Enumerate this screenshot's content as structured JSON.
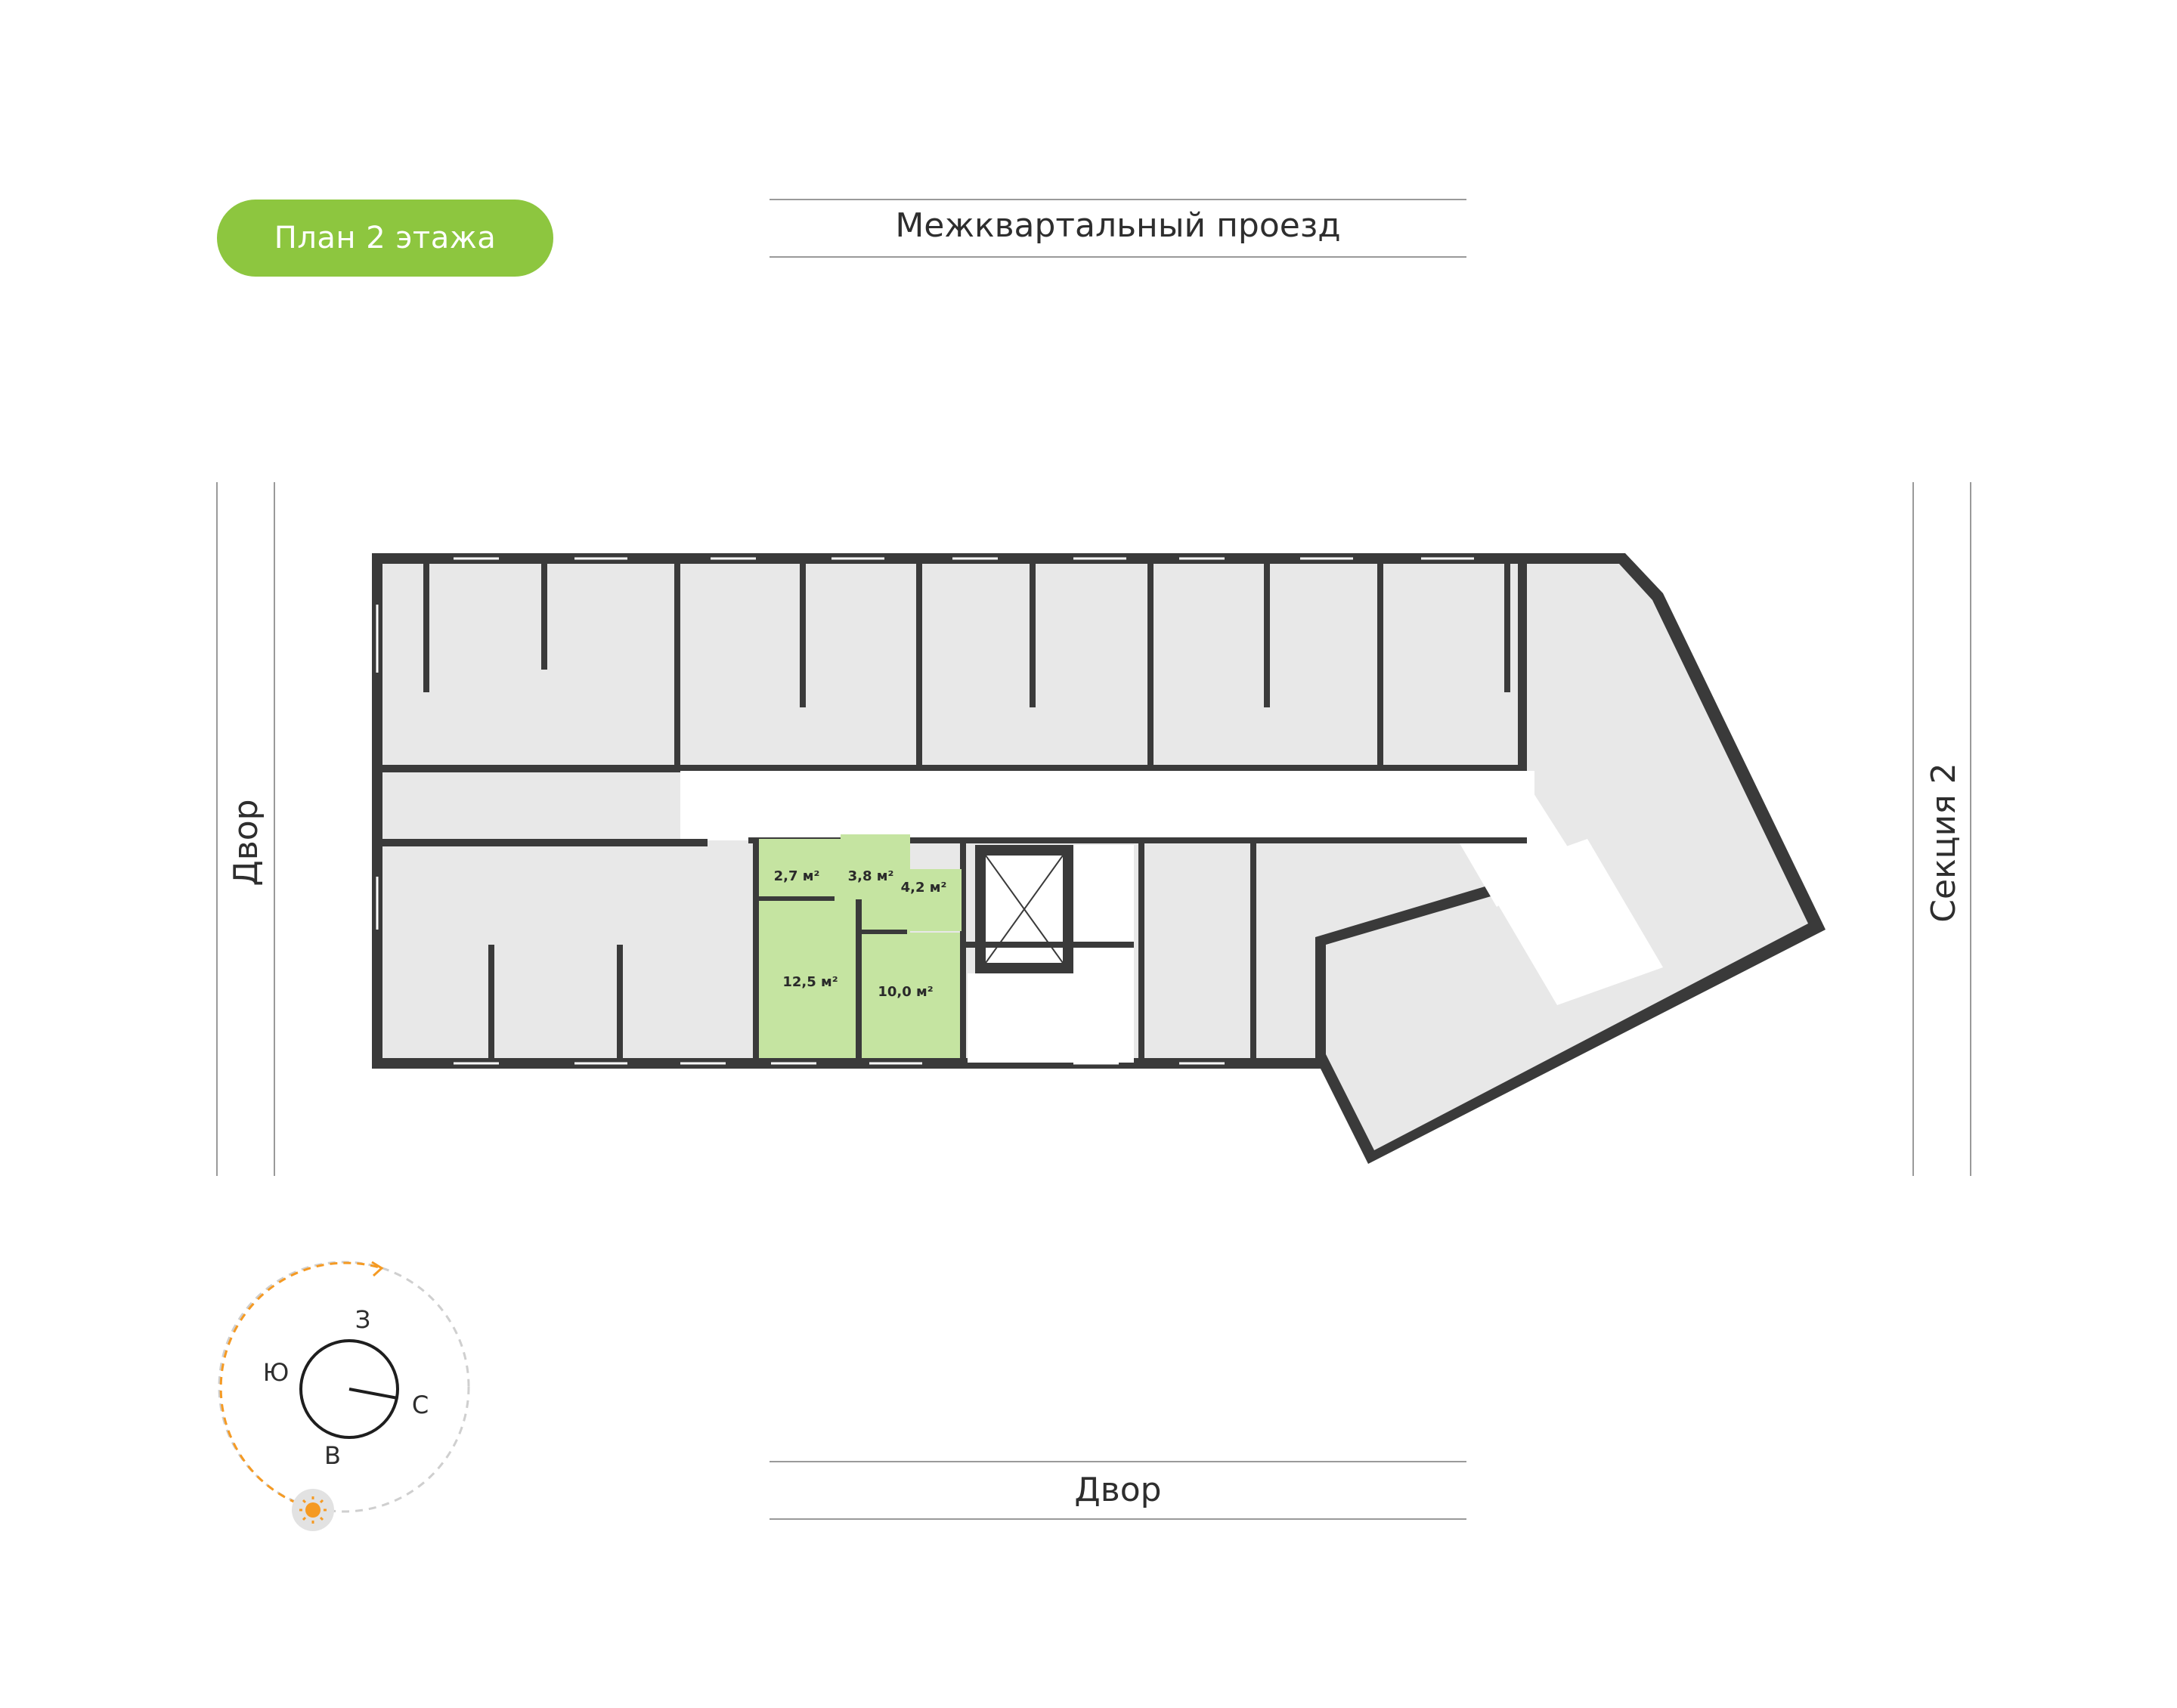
{
  "plan_title": "План 2 этажа",
  "streets": {
    "top": "Межквартальный проезд",
    "bottom": "Двор",
    "left": "Двор",
    "right": "Секция 2"
  },
  "apartment_areas": [
    {
      "room": "hallway",
      "value": "2,7 м²"
    },
    {
      "room": "hall",
      "value": "3,8 м²"
    },
    {
      "room": "bathroom",
      "value": "4,2 м²"
    },
    {
      "room": "bedroom",
      "value": "12,5 м²"
    },
    {
      "room": "kitchen",
      "value": "10,0 м²"
    }
  ],
  "compass": {
    "west": "З",
    "south": "Ю",
    "north": "С",
    "east": "В"
  },
  "colors": {
    "accent": "#8dc63f",
    "highlight_fill": "#c5e4a1",
    "room_fill": "#e8e8e8",
    "wall": "#3a3a3a",
    "sun": "#f59a23"
  },
  "icons": [
    "sun-icon",
    "compass-icon"
  ]
}
